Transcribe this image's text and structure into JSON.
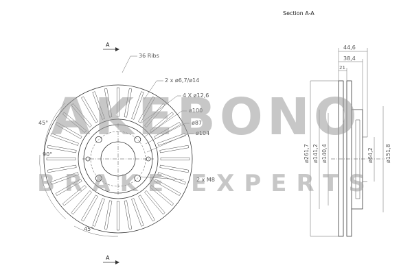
{
  "section_title": "Section A-A",
  "section_marker": "A",
  "front_view": {
    "labels": {
      "ribs": "36 Ribs",
      "holes_small": "2 x ø6,7/ø14",
      "holes_bolt": "4 X ø12,6",
      "d100": "ø100",
      "d87": "ø87",
      "d104": "ø104",
      "thread": "2 x M8",
      "angle_45_top": "45°",
      "angle_90": "90°",
      "angle_45_bottom": "45°"
    }
  },
  "section_view": {
    "labels": {
      "w44": "44,6",
      "w38": "38,4",
      "w21": "21",
      "d261": "ø261,7",
      "d141": "ø141,2",
      "d140": "ø140,4",
      "d64": "ø64,2",
      "d151": "ø151,8"
    }
  },
  "watermark": {
    "brand": "AKEBONO",
    "tagline": "BRAKE EXPERTS"
  }
}
